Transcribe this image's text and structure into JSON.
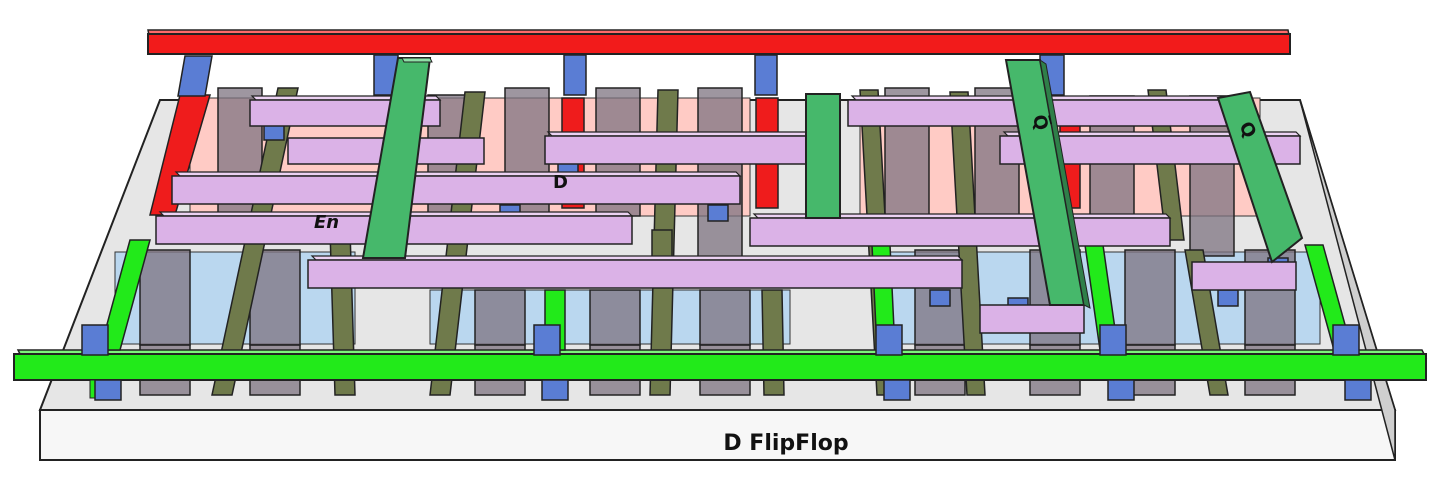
{
  "diagram": {
    "title": "D FlipFlop",
    "labels": {
      "d": "D",
      "en": "En",
      "q": "Q",
      "q_bar": "Q̅"
    }
  },
  "colors": {
    "vdd_rail": "#ff1f1f",
    "gnd_rail": "#22ee1c",
    "metal_layer": "#dcb3e8",
    "contact": "#5b7fd6",
    "gate": "#6e7a4a",
    "output_metal": "#45b86a",
    "p_diffusion": "#ffc9c4",
    "n_diffusion": "#b8d6ee",
    "transistor_body": "#7d7380",
    "substrate": "#e2e2e2"
  }
}
